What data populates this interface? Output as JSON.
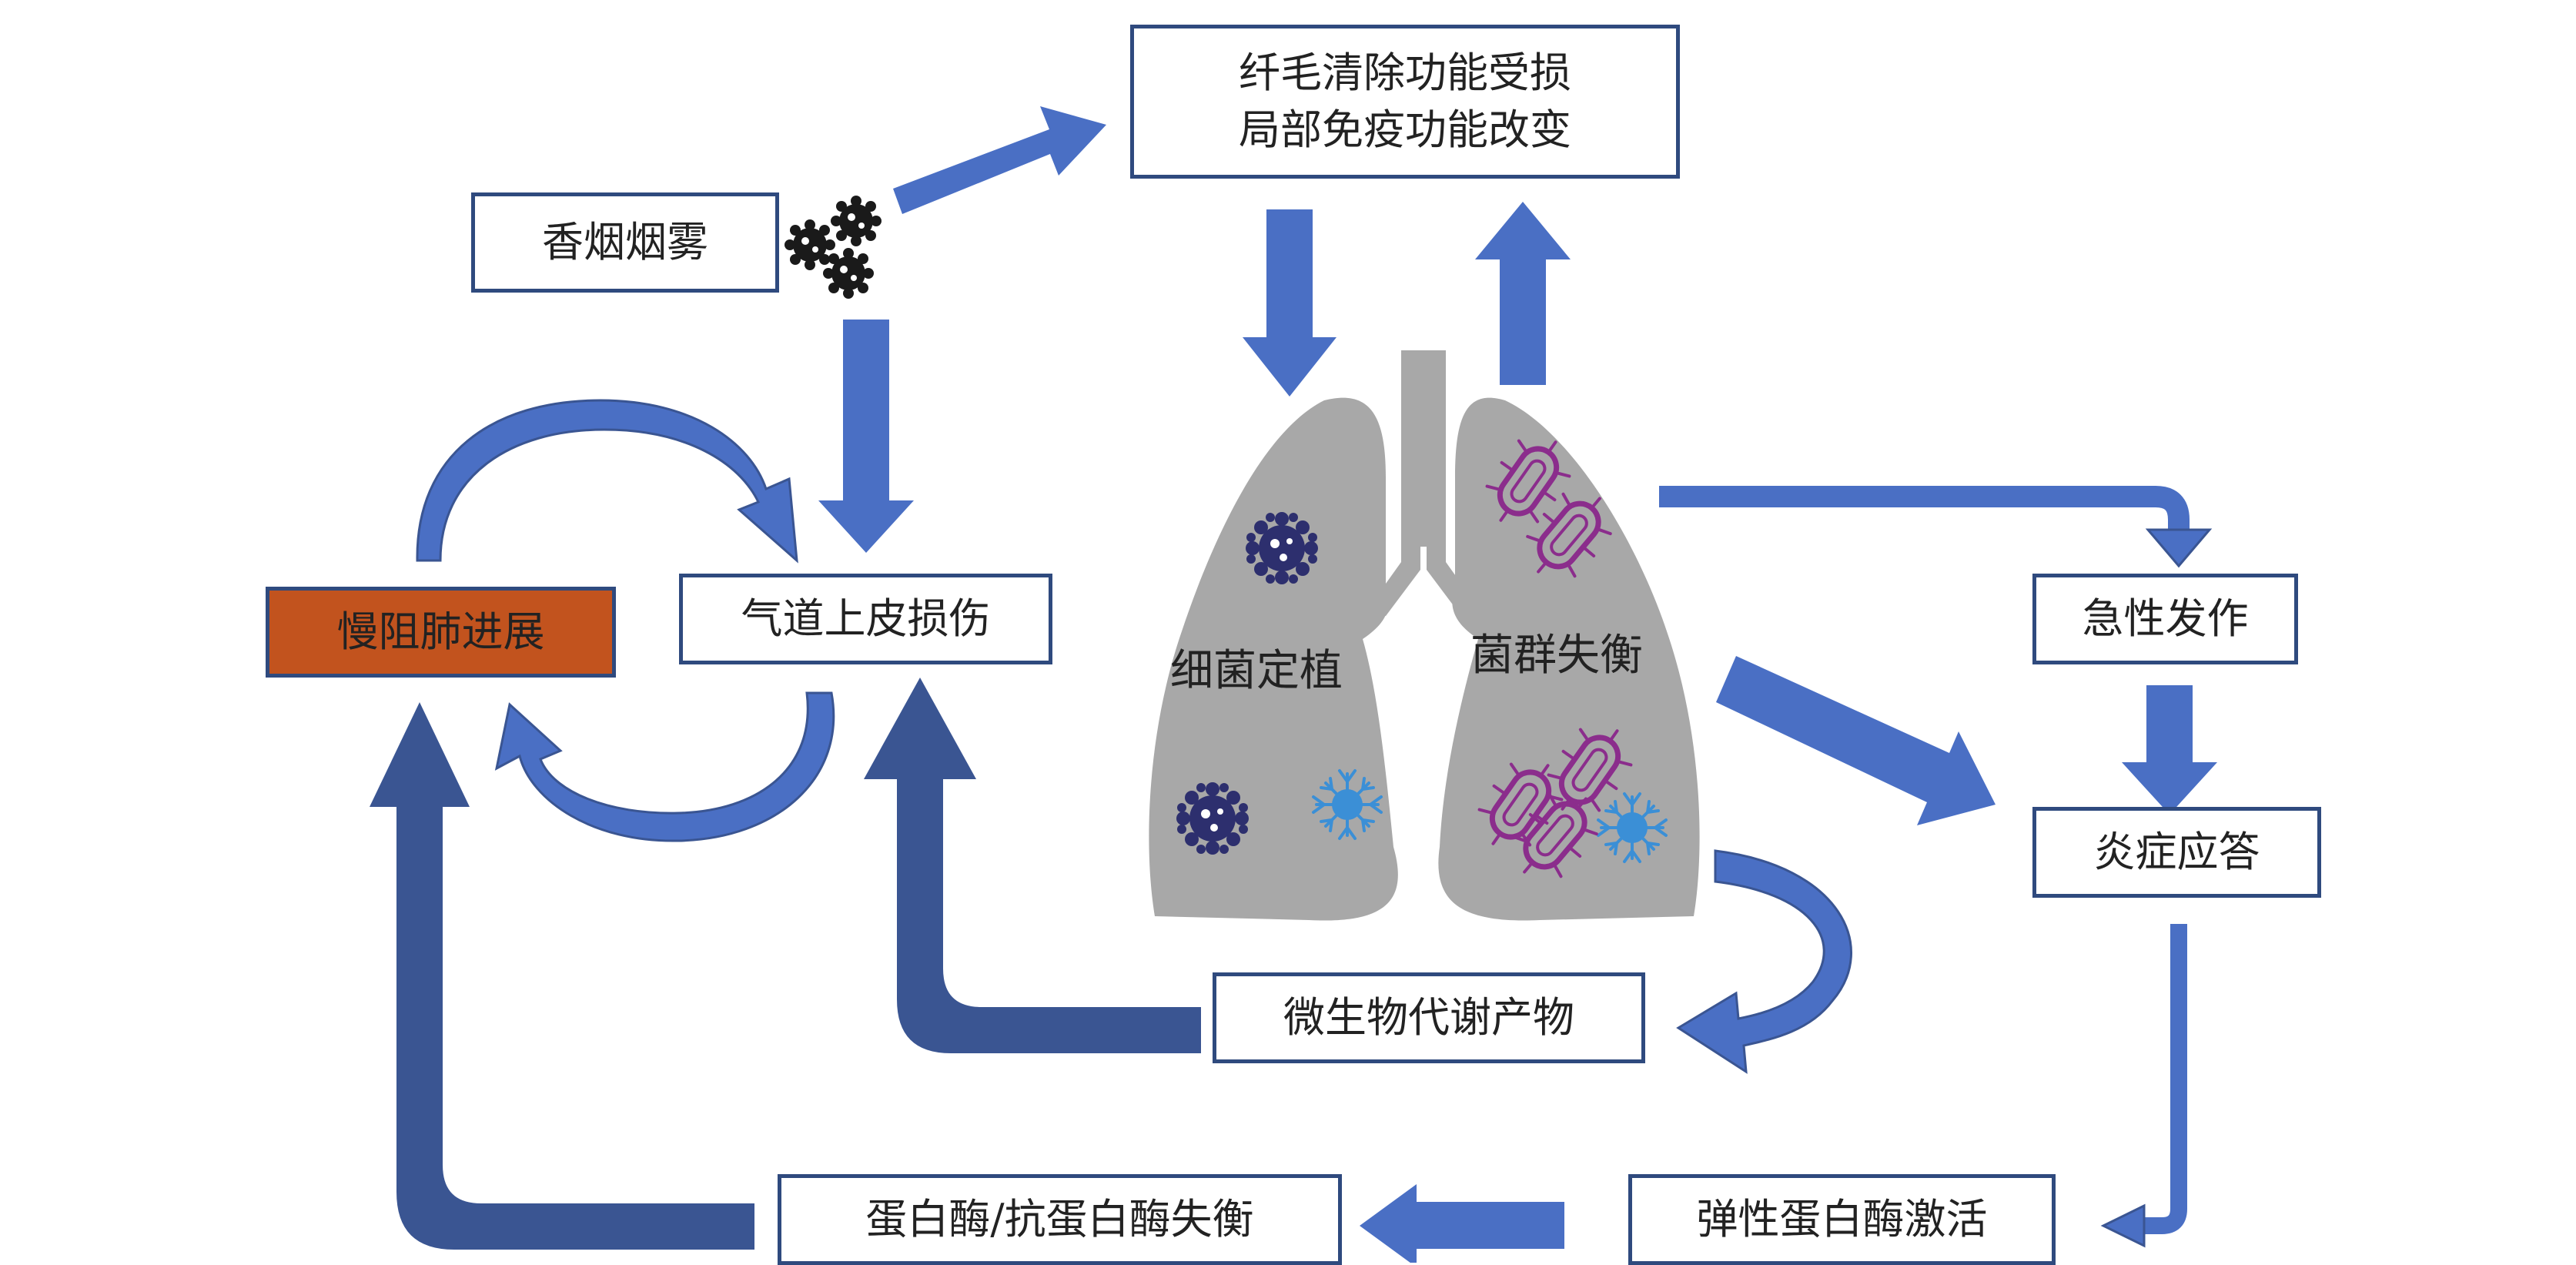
{
  "nodes": {
    "cilia": {
      "line1": "纤毛清除功能受损",
      "line2": "局部免疫功能改变"
    },
    "smoke": "香烟烟雾",
    "copd_progress": "慢阻肺进展",
    "airway_injury": "气道上皮损伤",
    "acute_attack": "急性发作",
    "inflammation": "炎症应答",
    "metabolites": "微生物代谢产物",
    "elastase": "弹性蛋白酶激活",
    "protease_balance": "蛋白酶/抗蛋白酶失衡"
  },
  "lungs": {
    "left_label": "细菌定植",
    "right_label": "菌群失衡"
  },
  "colors": {
    "arrow_light": "#4a6fc4",
    "arrow_dark": "#3a5592",
    "box_border": "#2f4a7e",
    "accent_box": "#c2531e",
    "lung": "#a8a8a8",
    "bacteria_navy": "#2d2f6e",
    "bacteria_purple": "#8b2d8c",
    "bacteria_blue": "#3b8fd6",
    "smoke_particle": "#1a1a1a"
  },
  "icons": [
    "smoke-particle-icon",
    "coccus-bacteria-icon",
    "rod-bacteria-icon",
    "branched-bacteria-icon"
  ]
}
